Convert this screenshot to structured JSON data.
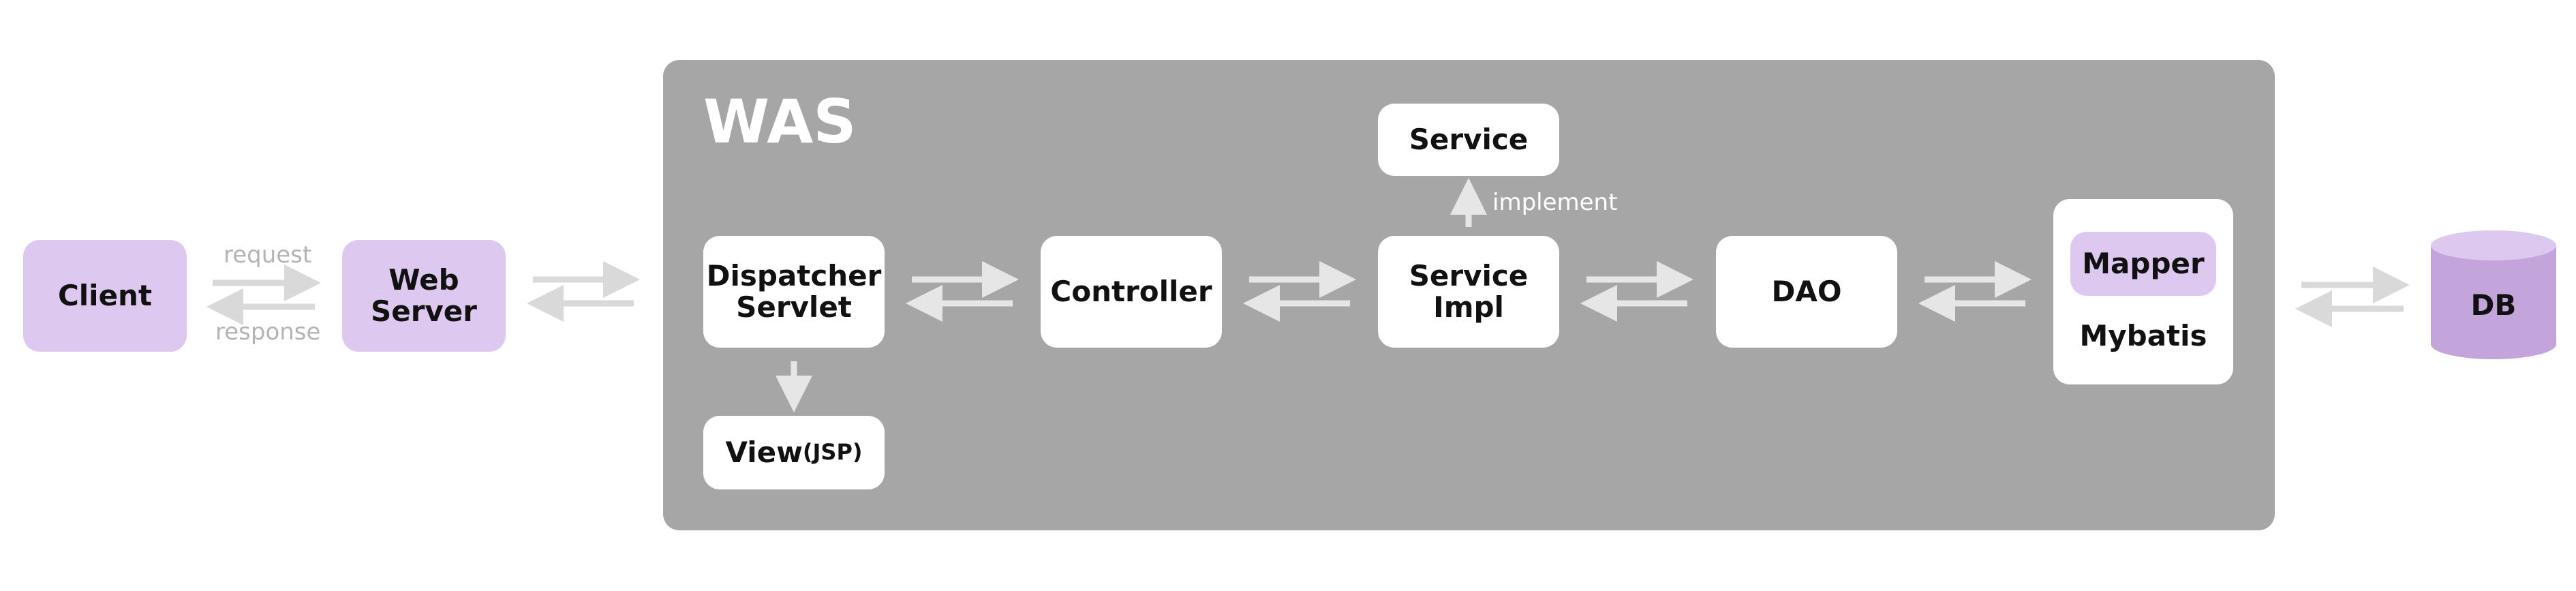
{
  "was": {
    "title": "WAS"
  },
  "nodes": {
    "client": "Client",
    "web_server": [
      "Web",
      "Server"
    ],
    "dispatcher": [
      "Dispatcher",
      "Servlet"
    ],
    "view": {
      "main": "View",
      "sub": "(JSP)"
    },
    "controller": "Controller",
    "service": "Service",
    "service_impl": [
      "Service",
      "Impl"
    ],
    "dao": "DAO",
    "mapper": "Mapper",
    "mybatis": "Mybatis",
    "db": "DB"
  },
  "labels": {
    "request": "request",
    "response": "response",
    "implement": "implement"
  },
  "colors": {
    "purple_fill": "#ddc9ef",
    "db_fill": "#c3a5dc",
    "db_top": "#ddc9ef",
    "panel": "#a6a6a6",
    "arrow_outside": "#d9d9d9",
    "arrow_inside": "#e6e6e6"
  }
}
